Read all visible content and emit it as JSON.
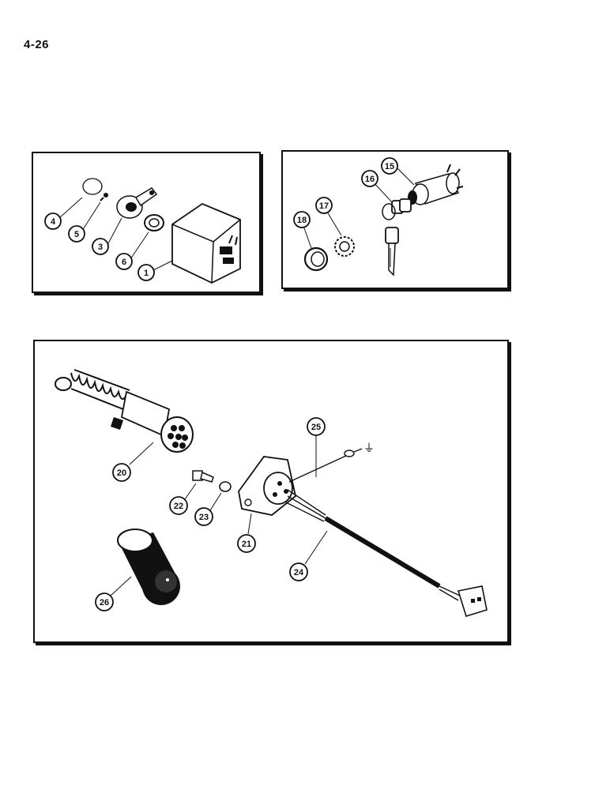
{
  "page": {
    "number": "4-26"
  },
  "callouts": {
    "a": [
      "4",
      "5",
      "3",
      "6",
      "1"
    ],
    "b": [
      "15",
      "16",
      "17",
      "18"
    ],
    "c": [
      "20",
      "22",
      "23",
      "21",
      "25",
      "24",
      "26"
    ]
  },
  "symbol": {
    "ground": "⏚"
  }
}
